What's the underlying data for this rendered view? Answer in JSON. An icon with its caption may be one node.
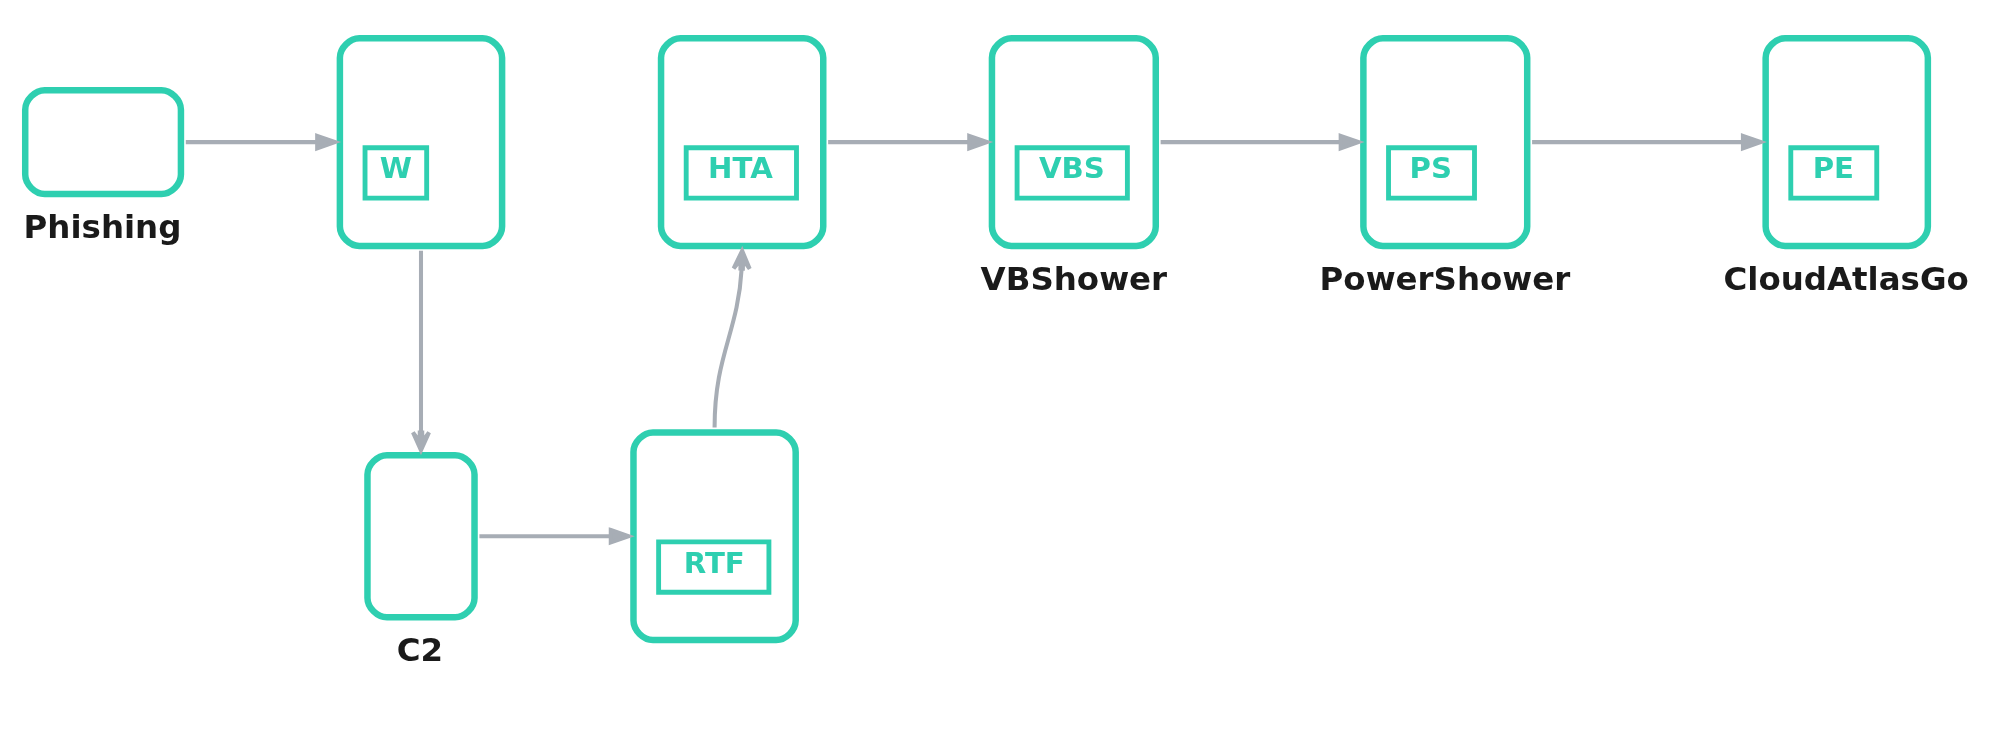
{
  "diagram": {
    "nodes": [
      {
        "text": [],
        "shape": "box",
        "beside": [
          "Phishing"
        ]
      },
      {
        "text": [
          "W"
        ]
      },
      {
        "text": [
          "HTA"
        ]
      },
      {
        "text": [
          "VBS"
        ],
        "beside": [
          "VBShower"
        ]
      },
      {
        "text": [
          "PS"
        ],
        "beside": [
          "PowerShower"
        ]
      },
      {
        "text": [
          "PE"
        ],
        "beside": [
          "CloudAtlasGo"
        ]
      },
      {
        "text": [],
        "shape": "box",
        "beside": [
          "C2"
        ]
      },
      {
        "text": [
          "RTF"
        ]
      }
    ],
    "edges": [
      {
        "from": 0,
        "to": 1,
        "arrow": "to"
      },
      {
        "from": 1,
        "to": 6,
        "arrow": "to"
      },
      {
        "from": 6,
        "to": 7,
        "arrow": "to"
      },
      {
        "from": 7,
        "to": 2,
        "arrow": "to"
      },
      {
        "from": 2,
        "to": 3,
        "arrow": "to"
      },
      {
        "from": 3,
        "to": 4,
        "arrow": "to"
      },
      {
        "from": 4,
        "to": 5,
        "arrow": "to"
      }
    ]
  }
}
